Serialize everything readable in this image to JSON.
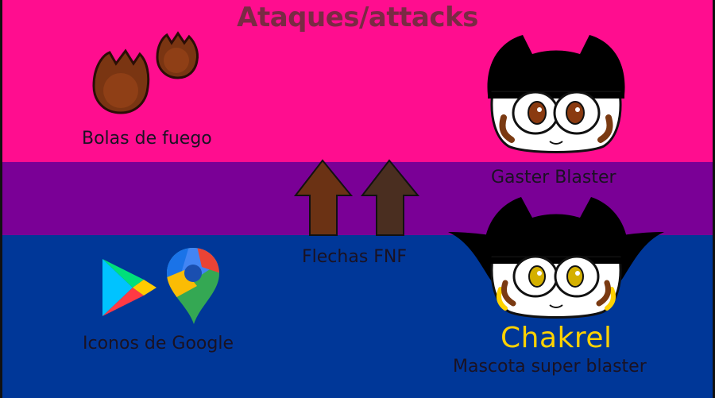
{
  "title": "Ataques/attacks",
  "sections": {
    "fireballs": {
      "label": "Bolas de fuego",
      "icon": "fireball-icon"
    },
    "gaster": {
      "label": "Gaster Blaster",
      "icon": "gaster-blaster-face"
    },
    "arrows": {
      "label": "Flechas FNF",
      "icon": "up-arrow-icon"
    },
    "google": {
      "label": "Iconos de Google",
      "icons": [
        "google-play-icon",
        "google-maps-icon"
      ]
    },
    "mascot": {
      "name": "Chakrel",
      "label": "Mascota super blaster",
      "icon": "chakrel-face"
    }
  },
  "colors": {
    "pink": "#ff0d8f",
    "purple": "#7a0096",
    "blue": "#003798",
    "title": "#7a2a44",
    "chakrel": "#ffd200",
    "fireball": "#8b3a14",
    "arrow1": "#6b3214",
    "arrow2": "#4a2e20"
  }
}
